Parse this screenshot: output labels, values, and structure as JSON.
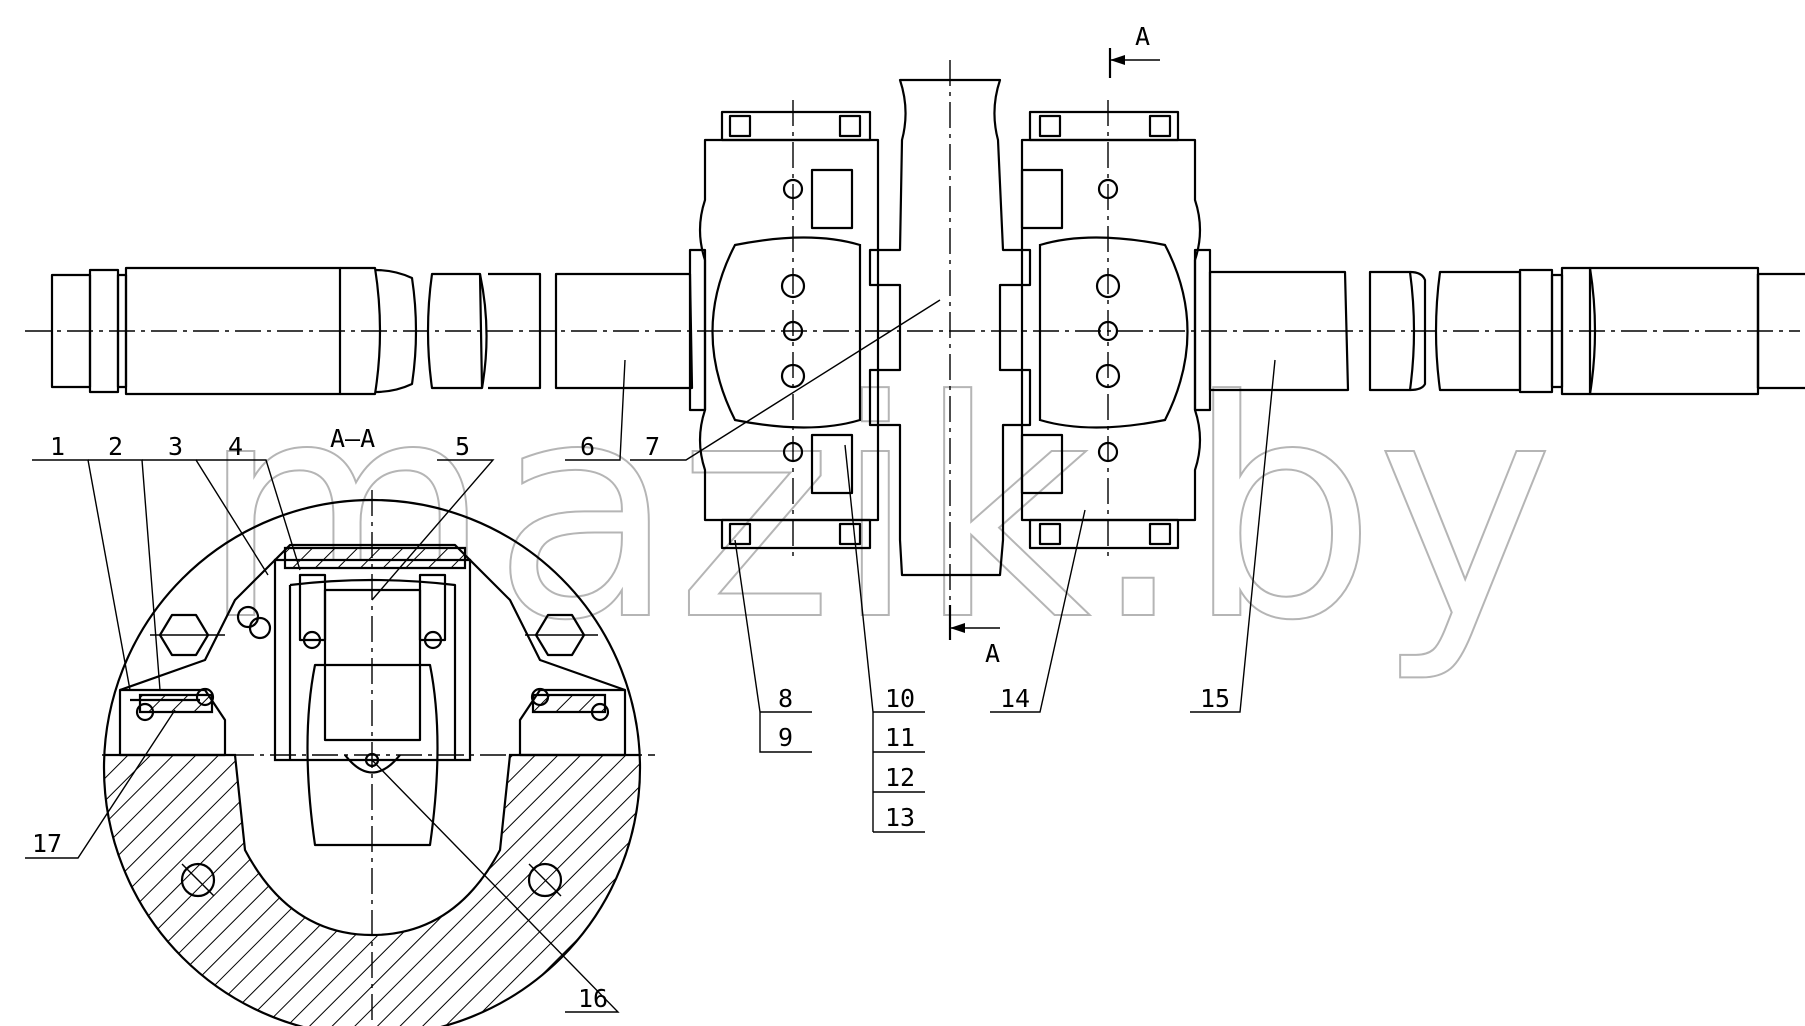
{
  "watermark": "mazik.by",
  "section": {
    "marker": "A",
    "title": "A–A"
  },
  "callouts": [
    {
      "id": "1",
      "text": "1"
    },
    {
      "id": "2",
      "text": "2"
    },
    {
      "id": "3",
      "text": "3"
    },
    {
      "id": "4",
      "text": "4"
    },
    {
      "id": "5",
      "text": "5"
    },
    {
      "id": "6",
      "text": "6"
    },
    {
      "id": "7",
      "text": "7"
    },
    {
      "id": "8",
      "text": "8"
    },
    {
      "id": "9",
      "text": "9"
    },
    {
      "id": "10",
      "text": "10"
    },
    {
      "id": "11",
      "text": "11"
    },
    {
      "id": "12",
      "text": "12"
    },
    {
      "id": "13",
      "text": "13"
    },
    {
      "id": "14",
      "text": "14"
    },
    {
      "id": "15",
      "text": "15"
    },
    {
      "id": "16",
      "text": "16"
    },
    {
      "id": "17",
      "text": "17"
    }
  ]
}
